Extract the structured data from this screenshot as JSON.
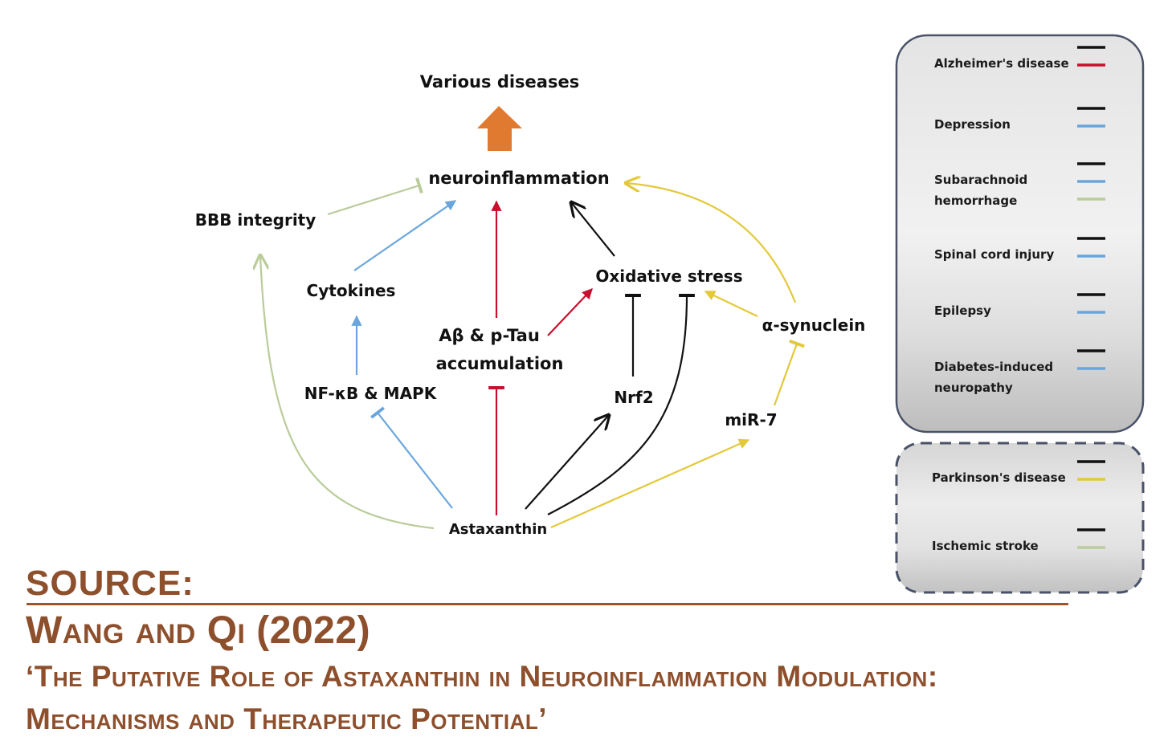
{
  "diagram": {
    "top_label": "Various diseases",
    "nodes": {
      "neuroinflammation": "neuroinflammation",
      "bbb": "BBB integrity",
      "cytokines": "Cytokines",
      "nfkb": "NF-κB & MAPK",
      "abeta_1": "Aβ & p-Tau",
      "abeta_2": "accumulation",
      "oxidative": "Oxidative stress",
      "nrf2": "Nrf2",
      "synuclein": "α-synuclein",
      "mir7": "miR-7",
      "astaxanthin": "Astaxanthin"
    },
    "colors": {
      "black": "#111111",
      "red": "#c8102e",
      "blue": "#6aa6dc",
      "green": "#b9cc9a",
      "yellow": "#e3c93a",
      "orange": "#e07a30"
    },
    "edges": [
      {
        "from": "Astaxanthin",
        "to": "BBB integrity",
        "type": "activate",
        "color": "green"
      },
      {
        "from": "BBB integrity",
        "to": "neuroinflammation",
        "type": "inhibit",
        "color": "green"
      },
      {
        "from": "Astaxanthin",
        "to": "NF-κB & MAPK",
        "type": "inhibit",
        "color": "blue"
      },
      {
        "from": "NF-κB & MAPK",
        "to": "Cytokines",
        "type": "activate",
        "color": "blue"
      },
      {
        "from": "Cytokines",
        "to": "neuroinflammation",
        "type": "activate",
        "color": "blue"
      },
      {
        "from": "Astaxanthin",
        "to": "Aβ & p-Tau accumulation",
        "type": "inhibit",
        "color": "red"
      },
      {
        "from": "Aβ & p-Tau accumulation",
        "to": "neuroinflammation",
        "type": "activate",
        "color": "red"
      },
      {
        "from": "Aβ & p-Tau accumulation",
        "to": "Oxidative stress",
        "type": "activate",
        "color": "red"
      },
      {
        "from": "Oxidative stress",
        "to": "neuroinflammation",
        "type": "activate",
        "color": "black"
      },
      {
        "from": "Astaxanthin",
        "to": "Nrf2",
        "type": "activate",
        "color": "black"
      },
      {
        "from": "Nrf2",
        "to": "Oxidative stress",
        "type": "inhibit",
        "color": "black"
      },
      {
        "from": "Astaxanthin",
        "to": "Oxidative stress",
        "type": "inhibit",
        "color": "black"
      },
      {
        "from": "Astaxanthin",
        "to": "miR-7",
        "type": "activate",
        "color": "yellow"
      },
      {
        "from": "miR-7",
        "to": "α-synuclein",
        "type": "inhibit",
        "color": "yellow"
      },
      {
        "from": "α-synuclein",
        "to": "Oxidative stress",
        "type": "activate",
        "color": "yellow"
      },
      {
        "from": "α-synuclein",
        "to": "neuroinflammation",
        "type": "activate",
        "color": "yellow"
      },
      {
        "from": "neuroinflammation",
        "to": "Various diseases",
        "type": "leads-to",
        "color": "orange"
      }
    ]
  },
  "legend": {
    "solid_group": [
      {
        "label_lines": [
          "Alzheimer's disease"
        ],
        "colors": [
          "#111111",
          "#c8102e"
        ]
      },
      {
        "label_lines": [
          "Depression"
        ],
        "colors": [
          "#111111",
          "#6aa6dc"
        ]
      },
      {
        "label_lines": [
          "Subarachnoid",
          "hemorrhage"
        ],
        "colors": [
          "#111111",
          "#6aa6dc",
          "#b9cc9a"
        ]
      },
      {
        "label_lines": [
          "Spinal cord injury"
        ],
        "colors": [
          "#111111",
          "#6aa6dc"
        ]
      },
      {
        "label_lines": [
          "Epilepsy"
        ],
        "colors": [
          "#111111",
          "#6aa6dc"
        ]
      },
      {
        "label_lines": [
          "Diabetes-induced",
          "neuropathy"
        ],
        "colors": [
          "#111111",
          "#6aa6dc"
        ]
      }
    ],
    "dashed_group": [
      {
        "label_lines": [
          "Parkinson's disease"
        ],
        "colors": [
          "#111111",
          "#e3c93a"
        ]
      },
      {
        "label_lines": [
          "Ischemic stroke"
        ],
        "colors": [
          "#111111",
          "#b9cc9a"
        ]
      }
    ]
  },
  "source": {
    "heading": "SOURCE:",
    "authors": "Wang and Qi (2022)",
    "title_line_1": "‘The Putative Role of Astaxanthin in Neuroinflammation Modulation:",
    "title_line_2": "Mechanisms and Therapeutic Potential’",
    "color": "#8e4f2c"
  }
}
